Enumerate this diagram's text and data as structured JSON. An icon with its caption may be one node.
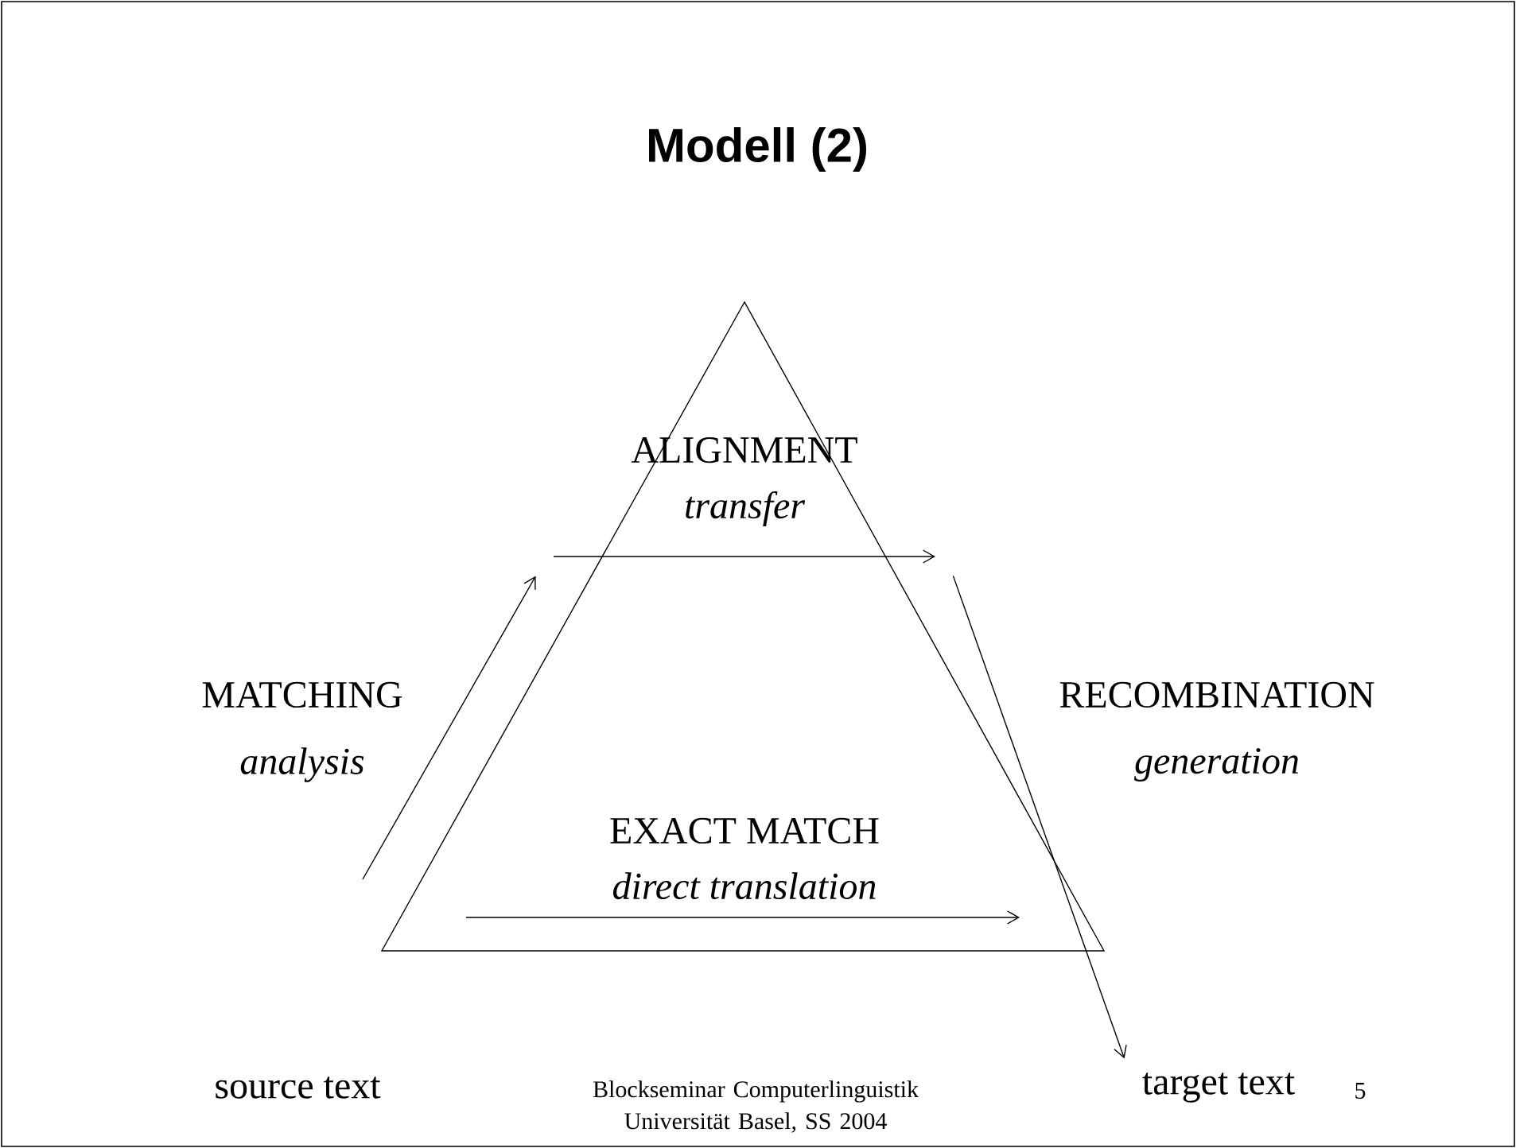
{
  "diagram": {
    "title": "Modell (2)",
    "nodes": [
      {
        "text": [
          "ALIGNMENT",
          "transfer"
        ]
      },
      {
        "text": [
          "EXACT MATCH",
          "direct translation"
        ]
      },
      {
        "text": [
          "source text"
        ]
      },
      {
        "text": [
          "target text"
        ]
      }
    ],
    "edges": [
      {
        "from": null,
        "to": 0,
        "arrow": "to"
      },
      {
        "from": 0,
        "to": 3,
        "arrow": "to"
      }
    ],
    "labels": [
      "MATCHING",
      "analysis",
      "RECOMBINATION",
      "generation",
      "Blockseminar Computerlinguistik Universität Basel, SS 2004",
      "5"
    ]
  }
}
